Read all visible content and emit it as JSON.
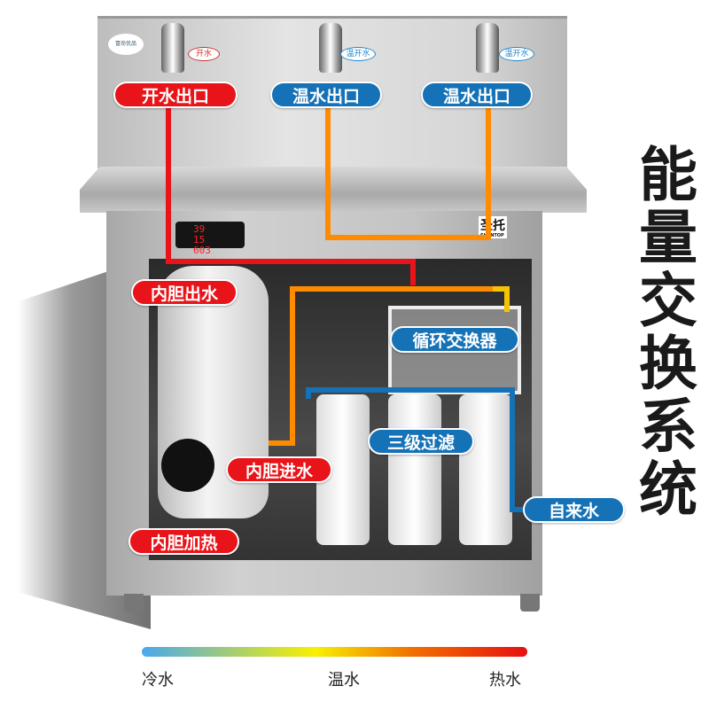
{
  "machine": {
    "panel_logo": "冒尚优品",
    "faucet_tags": [
      "开水",
      "温开水",
      "温开水"
    ],
    "display": {
      "temp": "39",
      "left": "15",
      "right": "603"
    },
    "brand": {
      "name": "圣托",
      "sub": "SHENTOP"
    }
  },
  "labels": {
    "boiling_outlet": "开水出口",
    "warm_outlet_1": "温水出口",
    "warm_outlet_2": "温水出口",
    "tank_outlet": "内胆出水",
    "heat_exchanger": "循环交换器",
    "filtration": "三级过滤",
    "tank_inlet": "内胆进水",
    "tap_water": "自来水",
    "tank_heating": "内胆加热"
  },
  "title": "能量交换系统",
  "legend": {
    "cold": "冷水",
    "warm": "温水",
    "hot": "热水"
  },
  "colors": {
    "hot": "#e8141a",
    "warm": "#ff8c00",
    "cold": "#1572b6",
    "exchange": "#f5c400"
  }
}
